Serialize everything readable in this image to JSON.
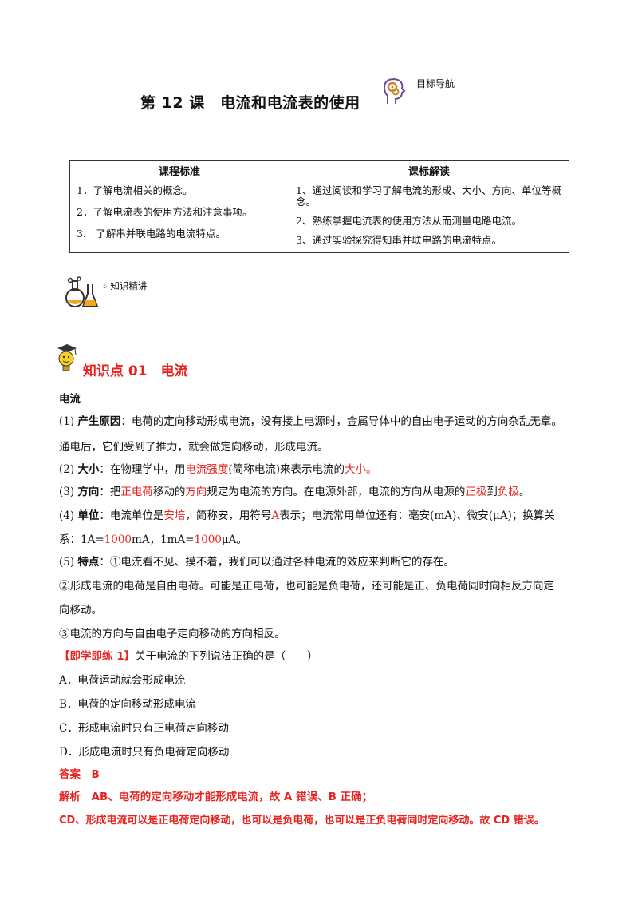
{
  "header": {
    "title": "第 12 课　电流和电流表的使用",
    "nav_label": "目标导航"
  },
  "standards_table": {
    "col_left_header": "课程标准",
    "col_right_header": "课标解读",
    "left_items": [
      "1．了解电流相关的概念。",
      "2．了解电流表的使用方法和注意事项。",
      "3.　了解串并联电路的电流特点。"
    ],
    "right_items": [
      "1、通过阅读和学习了解电流的形成、大小、方向、单位等概念。",
      "2、熟练掌握电流表的使用方法从而测量电路电流。",
      "3、通过实验探究得知串并联电路的电流特点。"
    ]
  },
  "section_label": "知识精讲",
  "knowledge_point": {
    "title": "知识点 01　电流"
  },
  "content": {
    "heading": "电流",
    "cause_num": "(1) ",
    "cause_label": "产生原因",
    "cause_text": "：电荷的定向移动形成电流，没有接上电源时，金属导体中的自由电子运动的方向杂乱无章。",
    "cause_text2": "通电后，它们受到了推力，就会做定向移动，形成电流。",
    "size_num": "(2) ",
    "size_label": "大小",
    "size_pre": "：在物理学中，用",
    "size_red1": "电流强度",
    "size_mid": "(简称电流)来表示电流的",
    "size_red2": "大小。",
    "dir_num": "(3) ",
    "dir_label": "方向",
    "dir_pre": "：把",
    "dir_red1": "正电荷",
    "dir_mid1": "移动的",
    "dir_red2": "方向",
    "dir_mid2": "规定为电流的方向。在电源外部，电流的方向从电源的",
    "dir_red3": "正极",
    "dir_mid3": "到",
    "dir_red4": "负极",
    "dir_end": "。",
    "unit_num": "(4) ",
    "unit_label": "单位",
    "unit_pre": "：电流单位是",
    "unit_red1": "安培",
    "unit_mid1": "，简称安，用符号",
    "unit_red2": "A",
    "unit_mid2": "表示；电流常用单位还有：毫安(mA)、微安(μA)；换算关",
    "unit_pre2": "系：1A=",
    "unit_red3": "1000",
    "unit_mid3": "mA，1mA=",
    "unit_red4": "1000",
    "unit_end": "μA。",
    "feat_num": "(5) ",
    "feat_label": "特点",
    "feat_text": "：①电流看不见、摸不着，我们可以通过各种电流的效应来判断它的存在。",
    "feat_2a": "②形成电流的电荷是自由电荷。可能是正电荷，也可能是负电荷，还可能是正、负电荷同时向相反方向定",
    "feat_2b": "向移动。",
    "feat_3": "③电流的方向与自由电子定向移动的方向相反。"
  },
  "exercise": {
    "tag": "【即学即练 1】",
    "question": "关于电流的下列说法正确的是（　　）",
    "options": [
      "A．电荷运动就会形成电流",
      "B．电荷的定向移动形成电流",
      "C．形成电流时只有正电荷定向移动",
      "D．形成电流时只有负电荷定向移动"
    ],
    "answer_label": "答案",
    "answer": "B",
    "analysis_label": "解析",
    "analysis_1": "AB、电荷的定向移动才能形成电流，故 A 错误、B 正确；",
    "analysis_2": "CD、形成电流可以是正电荷定向移动，也可以是负电荷，也可以是正负电荷同时定向移动。故 CD 错误。"
  },
  "colors": {
    "accent_red": "#e8231f"
  }
}
